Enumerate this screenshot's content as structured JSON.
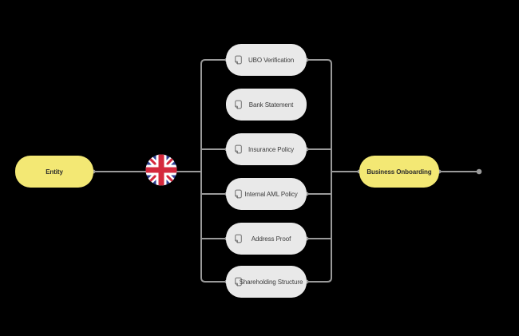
{
  "diagram": {
    "entity_node": {
      "label": "Entity"
    },
    "country_icon": "uk-flag-icon",
    "document_nodes": [
      {
        "label": "UBO Verification",
        "icon": "document-icon",
        "connected": true
      },
      {
        "label": "Bank Statement",
        "icon": "document-icon",
        "connected": false
      },
      {
        "label": "Insurance Policy",
        "icon": "document-icon",
        "connected": true
      },
      {
        "label": "Internal AML Policy",
        "icon": "document-icon",
        "connected": true
      },
      {
        "label": "Address Proof",
        "icon": "document-icon",
        "connected": true
      },
      {
        "label": "Shareholding Structure",
        "icon": "document-icon",
        "connected": true
      }
    ],
    "onboarding_node": {
      "label": "Business Onboarding"
    },
    "colors": {
      "background": "#000000",
      "node_yellow": "#f3e874",
      "node_gray": "#e9e9e9",
      "connector_gray": "#9a9a9a",
      "flag_blue": "#2e3f92",
      "flag_red": "#d5293d",
      "flag_white": "#ffffff"
    }
  }
}
